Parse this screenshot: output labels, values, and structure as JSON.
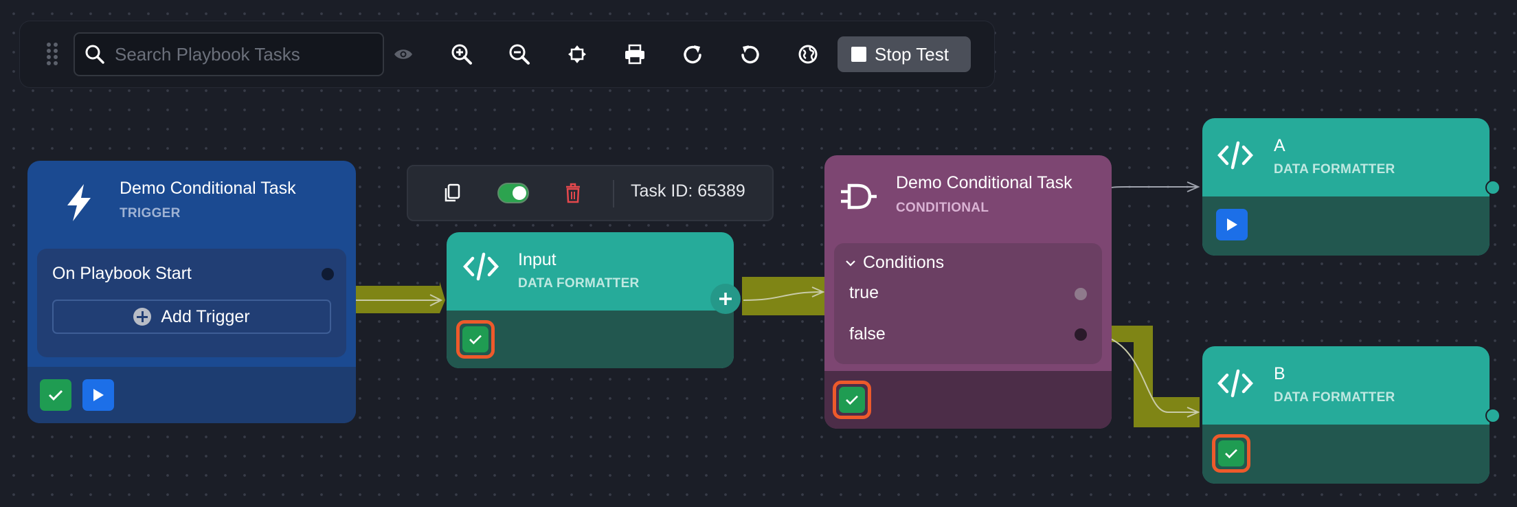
{
  "toolbar": {
    "search_placeholder": "Search Playbook Tasks",
    "stop_test_label": "Stop Test",
    "icons": [
      "drag-handle-icon",
      "eye-icon",
      "zoom-in-icon",
      "zoom-out-icon",
      "fit-view-icon",
      "print-icon",
      "redo-icon",
      "undo-icon",
      "globe-icon",
      "stop-icon"
    ]
  },
  "trigger_node": {
    "title": "Demo Conditional Task",
    "type": "TRIGGER",
    "event": "On Playbook Start",
    "add_trigger_label": "Add Trigger"
  },
  "task_actions": {
    "task_id_label": "Task ID: 65389",
    "toggle_enabled": true
  },
  "input_node": {
    "title": "Input",
    "type": "DATA FORMATTER"
  },
  "conditional_node": {
    "title": "Demo Conditional Task",
    "type": "CONDITIONAL",
    "conditions_label": "Conditions",
    "branches": [
      "true",
      "false"
    ]
  },
  "node_a": {
    "title": "A",
    "type": "DATA FORMATTER"
  },
  "node_b": {
    "title": "B",
    "type": "DATA FORMATTER"
  },
  "colors": {
    "canvas": "#1b1e27",
    "trigger": "#1b4a91",
    "data_formatter": "#26ab9a",
    "conditional": "#7d4672",
    "success": "#1f9c52",
    "highlight": "#ee5a2b",
    "active_edge": "#7f8515",
    "play": "#1c6fe8"
  }
}
